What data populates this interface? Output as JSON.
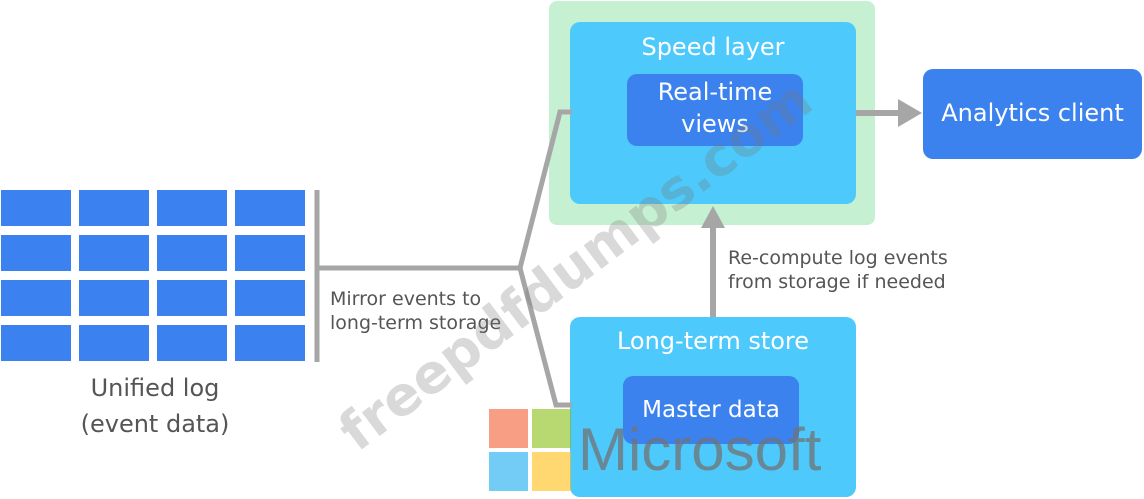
{
  "unified_log": {
    "label_line1": "Unified log",
    "label_line2": "(event data)",
    "grid_rows": 4,
    "grid_cols": 4
  },
  "mirror_label": {
    "line1": "Mirror events to",
    "line2": "long-term storage"
  },
  "speed_layer": {
    "title": "Speed layer",
    "inner_line1": "Real-time",
    "inner_line2": "views"
  },
  "analytics_client": {
    "label": "Analytics client"
  },
  "recompute_label": {
    "line1": "Re-compute log events",
    "line2": "from storage if needed"
  },
  "long_term_store": {
    "title": "Long-term store",
    "inner": "Master data"
  },
  "microsoft_logo": {
    "wordmark": "Microsoft",
    "colors": [
      "#f25022",
      "#7fba00",
      "#00a4ef",
      "#ffb900"
    ]
  },
  "watermark": {
    "text": "freepdfdumps.com"
  },
  "colors": {
    "grid_blue": "#3b82f0",
    "light_blue": "#4dc9fb",
    "panel_green": "#c6f0d2",
    "arrow_gray": "#a6a6a6"
  }
}
